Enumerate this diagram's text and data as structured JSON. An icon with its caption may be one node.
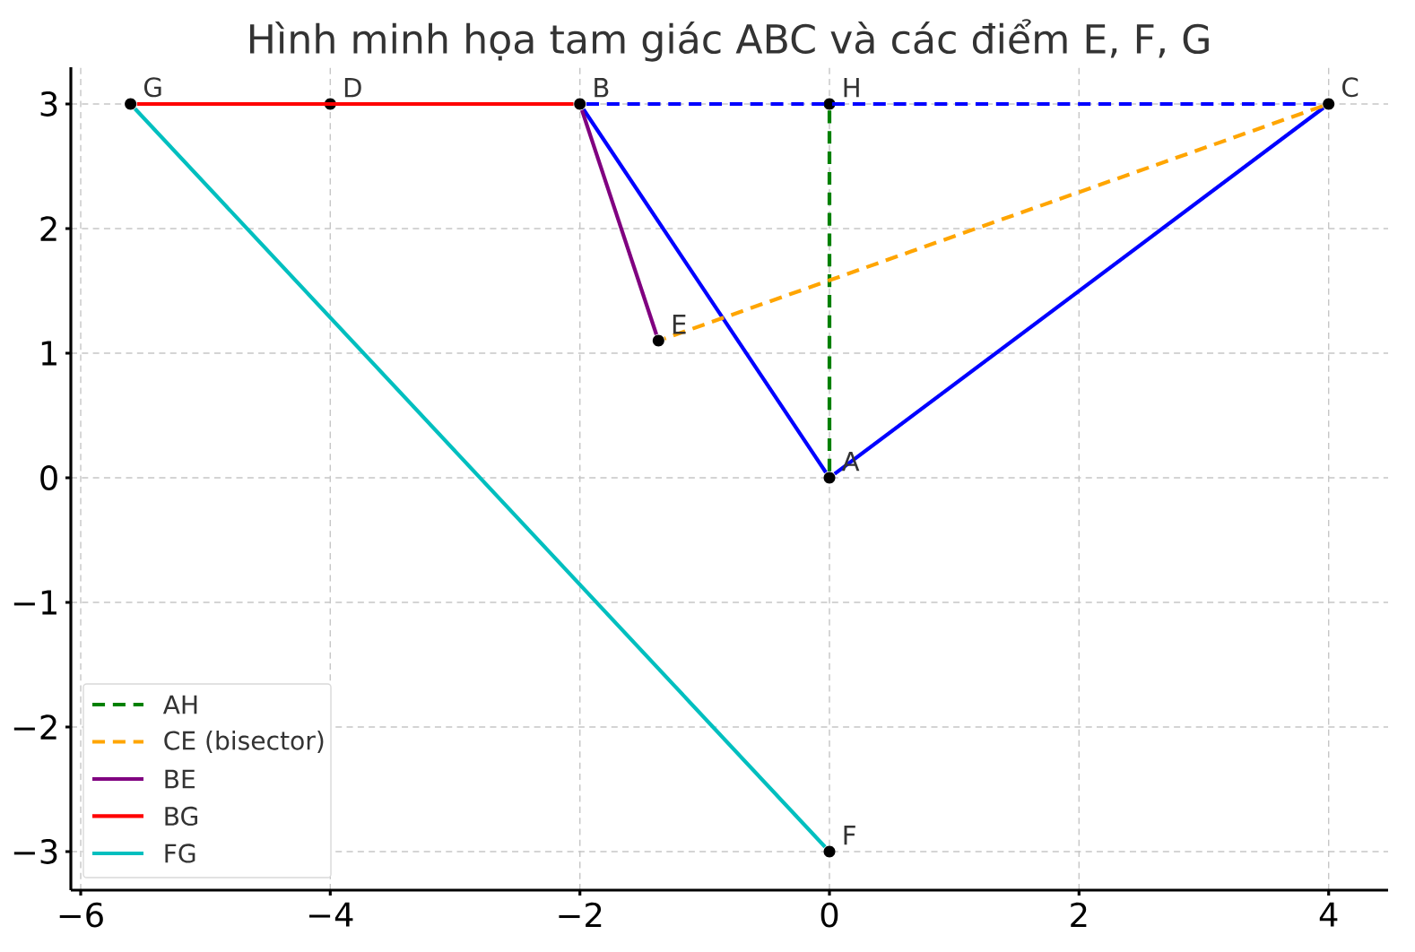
{
  "diagram": {
    "title": "Hình minh họa tam giác ABC và các điểm E, F, G",
    "nodes": [
      {
        "text": [],
        "shape": "circle",
        "beside": [
          "G"
        ]
      },
      {
        "text": [],
        "shape": "circle",
        "beside": [
          "D"
        ]
      },
      {
        "text": [],
        "shape": "circle",
        "beside": [
          "B"
        ]
      },
      {
        "text": [],
        "shape": "circle",
        "beside": [
          "H"
        ]
      },
      {
        "text": [],
        "shape": "circle",
        "beside": [
          "C"
        ]
      },
      {
        "text": [],
        "shape": "circle",
        "beside": [
          "E"
        ]
      },
      {
        "text": [],
        "shape": "circle",
        "beside": [
          "A"
        ]
      },
      {
        "text": [],
        "shape": "circle",
        "beside": [
          "F"
        ]
      }
    ],
    "edges": [
      {
        "from": 2,
        "to": 4,
        "arrow": "none",
        "style": "dashed"
      },
      {
        "from": 2,
        "to": 6,
        "arrow": "none"
      },
      {
        "from": 6,
        "to": 4,
        "arrow": "none"
      },
      {
        "from": 6,
        "to": 3,
        "arrow": "none",
        "style": "dashed",
        "color": "#008000"
      },
      {
        "from": 4,
        "to": 5,
        "arrow": "none",
        "style": "dashed",
        "color": "#ffa500"
      },
      {
        "from": 2,
        "to": 5,
        "arrow": "none",
        "color": "#800080"
      },
      {
        "from": 2,
        "to": 0,
        "arrow": "none",
        "color": "#ff0000"
      },
      {
        "from": 7,
        "to": 0,
        "arrow": "none",
        "color": "#00bfbf"
      }
    ],
    "labels": [
      "3",
      "2",
      "1",
      "0",
      "−1",
      "−2",
      "−3",
      "−6",
      "−4",
      "−2",
      "0",
      "2",
      "4"
    ],
    "legend": [
      {
        "text": "AH"
      },
      {
        "text": "CE (bisector)"
      },
      {
        "text": "BE"
      },
      {
        "text": "BG"
      },
      {
        "text": "FG"
      }
    ]
  }
}
